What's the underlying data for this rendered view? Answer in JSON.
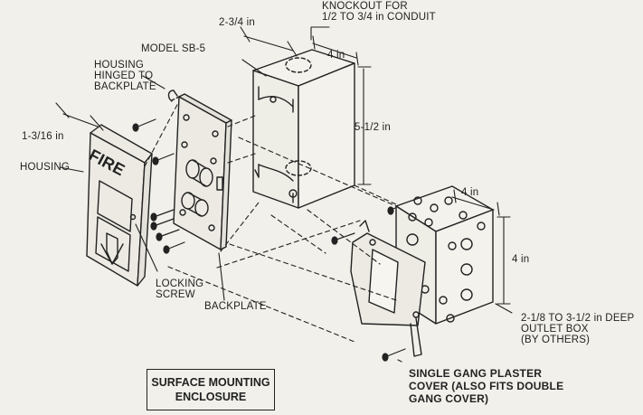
{
  "labels": {
    "knockout": "KNOCKOUT FOR\n1/2 TO 3/4 in CONDUIT",
    "dim_2_3_4": "2-3/4 in",
    "dim_4_top": "4 in",
    "model": "MODEL SB-5",
    "housing_hinged": "HOUSING\nHINGED TO\nBACKPLATE",
    "dim_5_1_2": "5-1/2 in",
    "dim_1_3_16": "1-3/16 in",
    "housing": "HOUSING",
    "fire": "FIRE",
    "dim_4_box_top": "4 in",
    "dim_4_box_side": "4 in",
    "locking_screw": "LOCKING\nSCREW",
    "backplate": "BACKPLATE",
    "outlet_box": "2-1/8 TO 3-1/2 in DEEP\nOUTLET BOX\n(BY OTHERS)",
    "plaster_cover": "SINGLE GANG PLASTER\nCOVER (ALSO FITS DOUBLE\nGANG COVER)"
  },
  "title": {
    "line1": "SURFACE MOUNTING",
    "line2": "ENCLOSURE"
  }
}
